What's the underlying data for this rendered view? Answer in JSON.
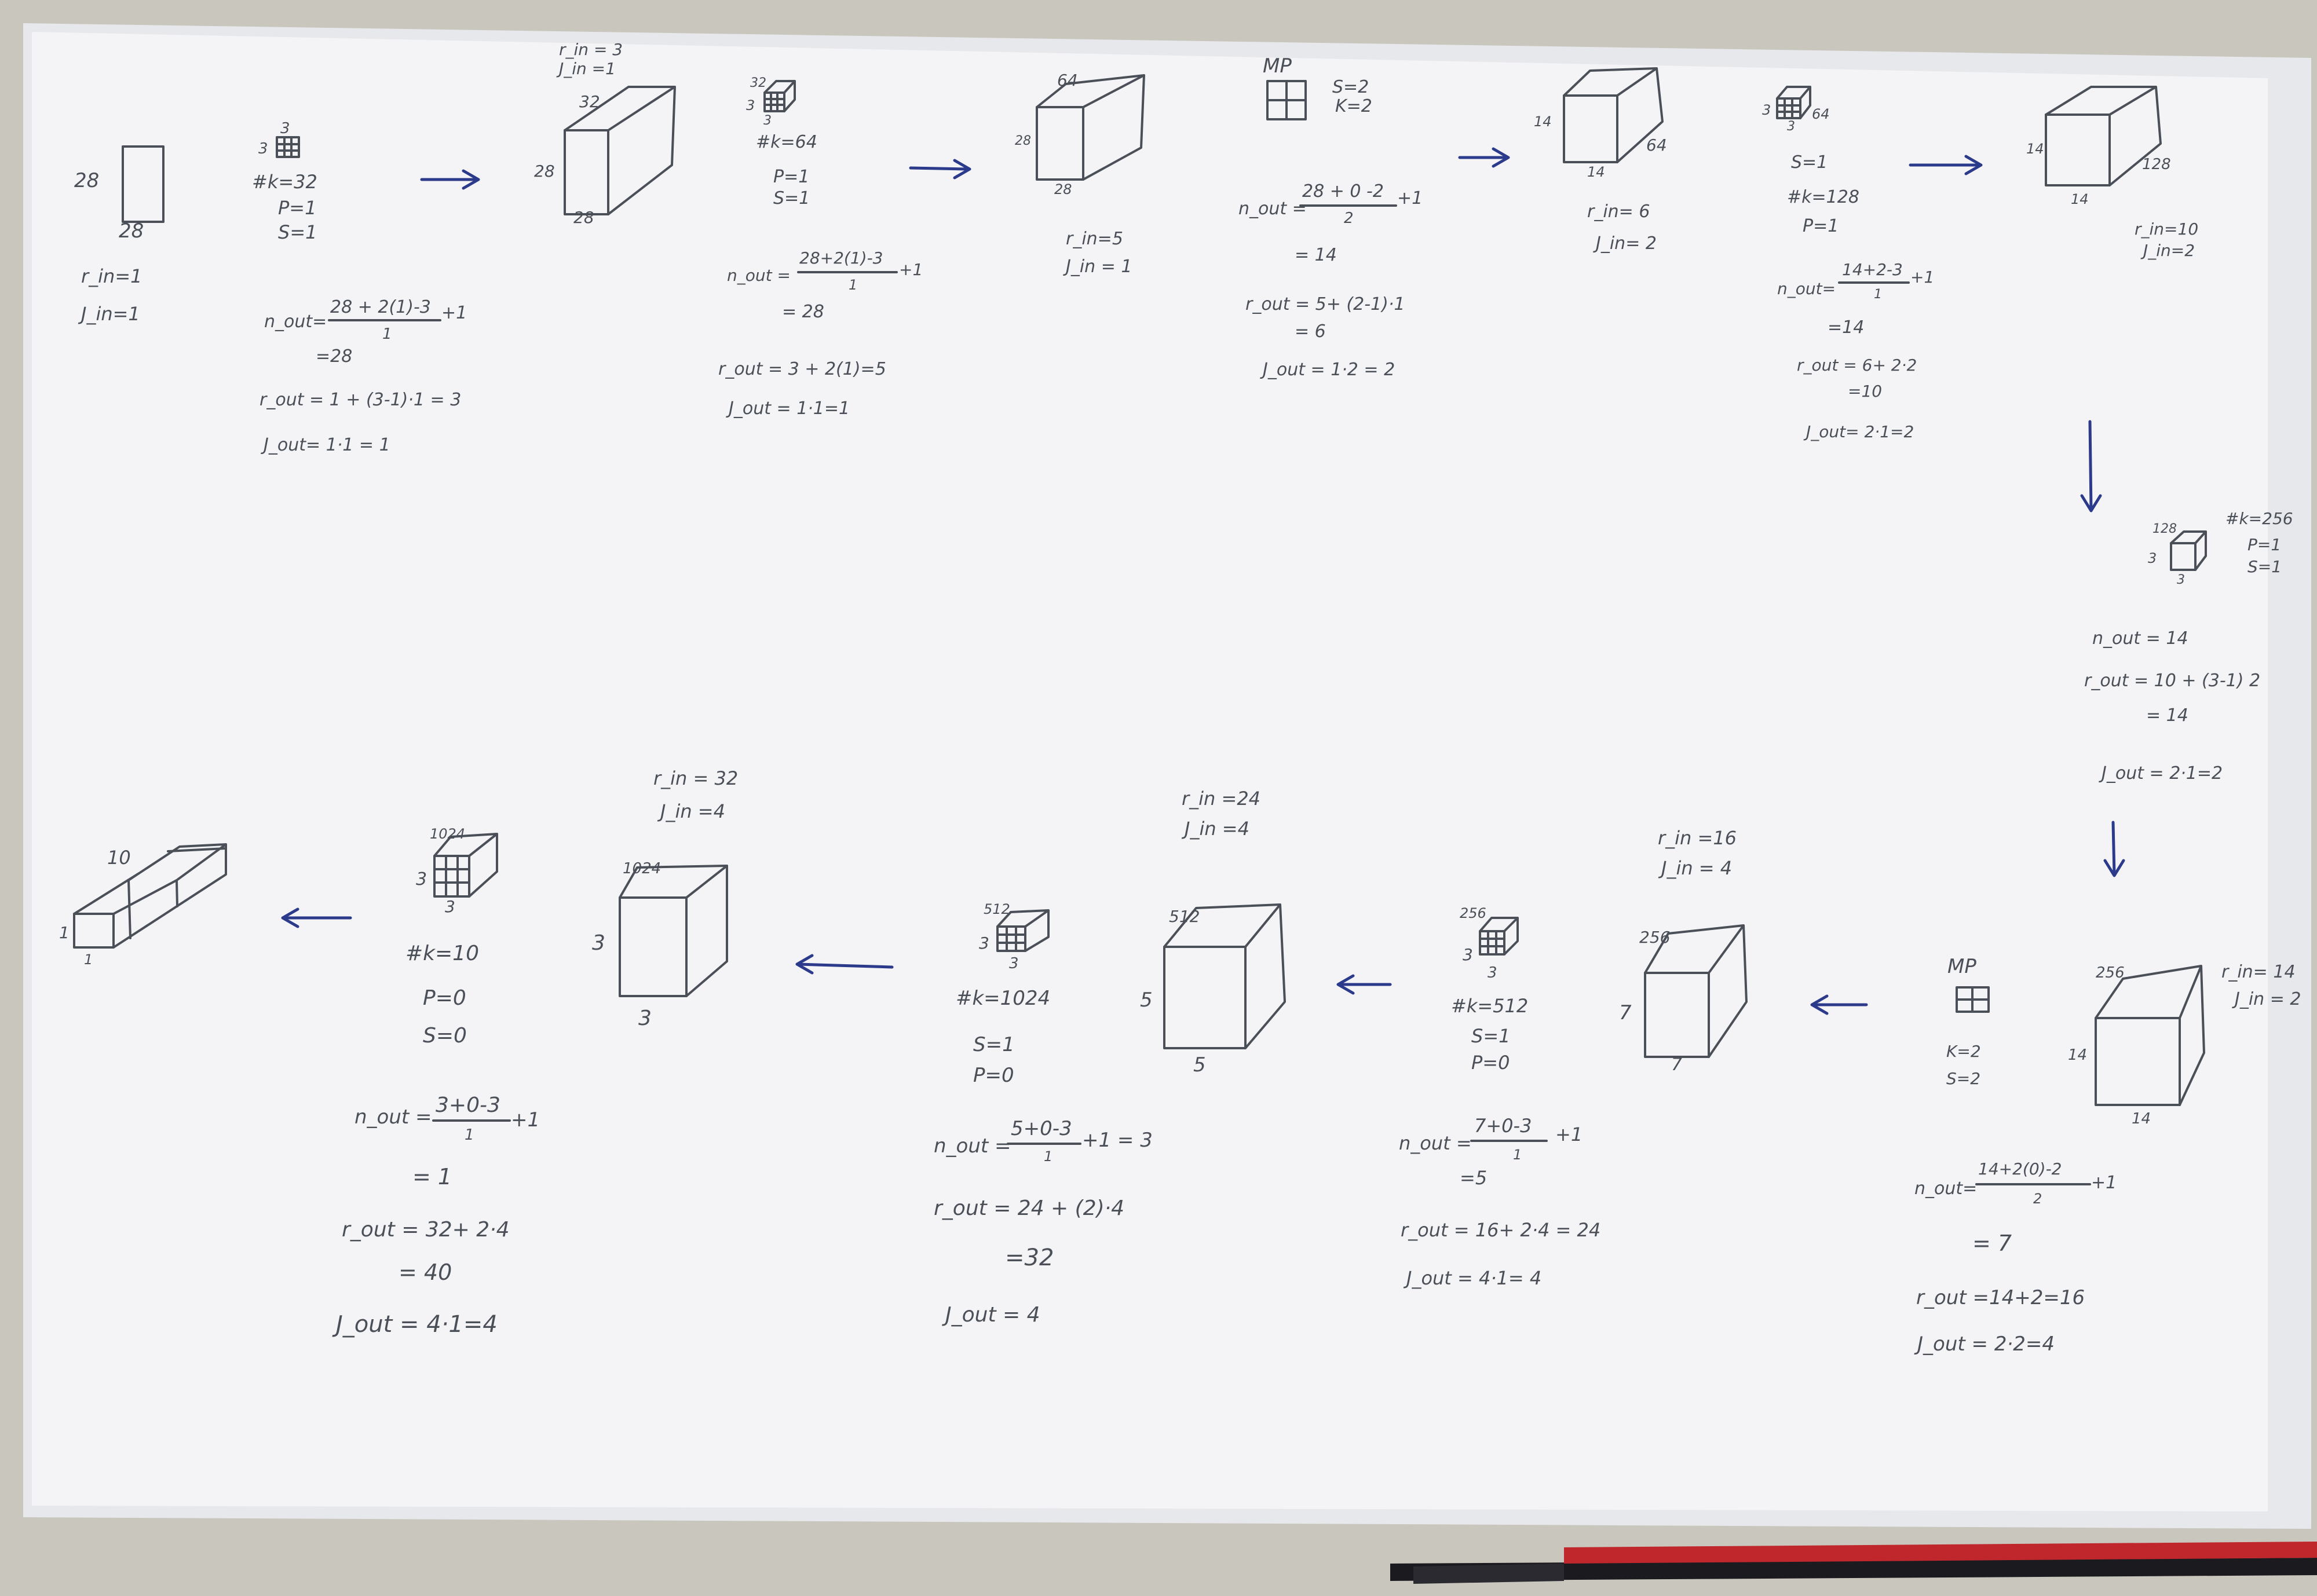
{
  "stage_input": {
    "size_h": "28",
    "size_w": "28",
    "r_in": "r_in=1",
    "j_in": "J_in=1"
  },
  "conv1": {
    "k_top": "3",
    "k_side": "3",
    "n_kernels": "#k=32",
    "padding": "P=1",
    "stride": "S=1",
    "n_out": "n_out=",
    "n_out_num": "28 + 2(1)-3",
    "n_out_den": "1",
    "n_out_plus": "+1",
    "n_out_val": "=28",
    "r_out": "r_out = 1 + (3-1)·1 = 3",
    "j_out": "J_out= 1·1 = 1"
  },
  "block1": {
    "r_in": "r_in = 3",
    "j_in": "J_in =1",
    "depth": "32",
    "h": "28",
    "w": "28"
  },
  "conv2": {
    "k_depth": "32",
    "k_side": "3",
    "k_bottom": "3",
    "n_kernels": "#k=64",
    "padding": "P=1",
    "stride": "S=1",
    "n_out": "n_out =",
    "n_out_num": "28+2(1)-3",
    "n_out_den": "1",
    "n_out_plus": "+1",
    "n_out_val": "= 28",
    "r_out": "r_out = 3 + 2(1)=5",
    "j_out": "J_out = 1·1=1"
  },
  "block2": {
    "depth": "64",
    "h": "28",
    "w": "28",
    "r_in": "r_in=5",
    "j_in": "J_in = 1"
  },
  "maxpool1": {
    "label": "MP",
    "stride": "S=2",
    "kernel": "K=2",
    "n_out": "n_out =",
    "n_out_num": "28 + 0 -2",
    "n_out_den": "2",
    "n_out_plus": "+1",
    "n_out_val": "= 14",
    "r_out": "r_out = 5+ (2-1)·1",
    "r_out_val": "= 6",
    "j_out": "J_out = 1·2 = 2"
  },
  "block3": {
    "depth": "64",
    "h": "14",
    "w": "14",
    "r_in": "r_in= 6",
    "j_in": "J_in= 2"
  },
  "conv3": {
    "k_depth": "64",
    "k_side": "3",
    "k_bottom": "3",
    "stride": "S=1",
    "n_kernels": "#k=128",
    "padding": "P=1",
    "n_out": "n_out=",
    "n_out_num": "14+2-3",
    "n_out_den": "1",
    "n_out_plus": "+1",
    "n_out_val": "=14",
    "r_out": "r_out = 6+ 2·2",
    "r_out_val": "=10",
    "j_out": "J_out= 2·1=2"
  },
  "block4": {
    "depth": "128",
    "h": "14",
    "w": "14",
    "r_in": "r_in=10",
    "j_in": "J_in=2"
  },
  "conv4": {
    "k_depth": "128",
    "k_side": "3",
    "k_bottom": "3",
    "n_kernels": "#k=256",
    "padding": "P=1",
    "stride": "S=1",
    "n_out": "n_out = 14",
    "r_out": "r_out = 10 + (3-1) 2",
    "r_out_val": "= 14",
    "j_out": "J_out = 2·1=2"
  },
  "block5": {
    "depth": "256",
    "h": "14",
    "w": "14",
    "r_in": "r_in= 14",
    "j_in": "J_in = 2"
  },
  "maxpool2": {
    "label": "MP",
    "kernel": "K=2",
    "stride": "S=2",
    "n_out": "n_out=",
    "n_out_num": "14+2(0)-2",
    "n_out_den": "2",
    "n_out_plus": "+1",
    "n_out_val": "= 7",
    "r_out": "r_out =14+2=16",
    "j_out": "J_out = 2·2=4"
  },
  "block6": {
    "depth": "256",
    "h": "7",
    "w": "7",
    "r_in": "r_in =16",
    "j_in": "J_in = 4"
  },
  "conv5": {
    "k_depth": "256",
    "k_side": "3",
    "k_bottom": "3",
    "n_kernels": "#k=512",
    "stride": "S=1",
    "padding": "P=0",
    "n_out": "n_out =",
    "n_out_num": "7+0-3",
    "n_out_den": "1",
    "n_out_plus": "+1",
    "n_out_val": "=5",
    "r_out": "r_out = 16+ 2·4 = 24",
    "j_out": "J_out = 4·1= 4"
  },
  "block7": {
    "r_in": "r_in =24",
    "j_in": "J_in =4",
    "depth": "512",
    "h": "5",
    "w": "5"
  },
  "conv6": {
    "k_depth": "512",
    "k_side": "3",
    "k_bottom": "3",
    "n_kernels": "#k=1024",
    "stride": "S=1",
    "padding": "P=0",
    "n_out": "n_out =",
    "n_out_num": "5+0-3",
    "n_out_den": "1",
    "n_out_plus": "+1 = 3",
    "r_out": "r_out = 24 + (2)·4",
    "r_out_val": "=32",
    "j_out": "J_out = 4"
  },
  "block8": {
    "r_in": "r_in = 32",
    "j_in": "J_in =4",
    "depth": "1024",
    "h": "3",
    "w": "3"
  },
  "conv7": {
    "k_depth": "1024",
    "k_side": "3",
    "k_bottom": "3",
    "n_kernels": "#k=10",
    "padding": "P=0",
    "stride": "S=0",
    "n_out": "n_out =",
    "n_out_num": "3+0-3",
    "n_out_den": "1",
    "n_out_plus": "+1",
    "n_out_val": "= 1",
    "r_out": "r_out = 32+ 2·4",
    "r_out_val": "= 40",
    "j_out": "J_out = 4·1=4"
  },
  "block9": {
    "depth": "10",
    "h": "1",
    "w": "1"
  },
  "colors": {
    "paper": "#f4f4f6",
    "ink": "#4a4f58",
    "arrow": "#2b3a8a",
    "table": "#c9c6bd",
    "marker_red": "#c0272d"
  }
}
